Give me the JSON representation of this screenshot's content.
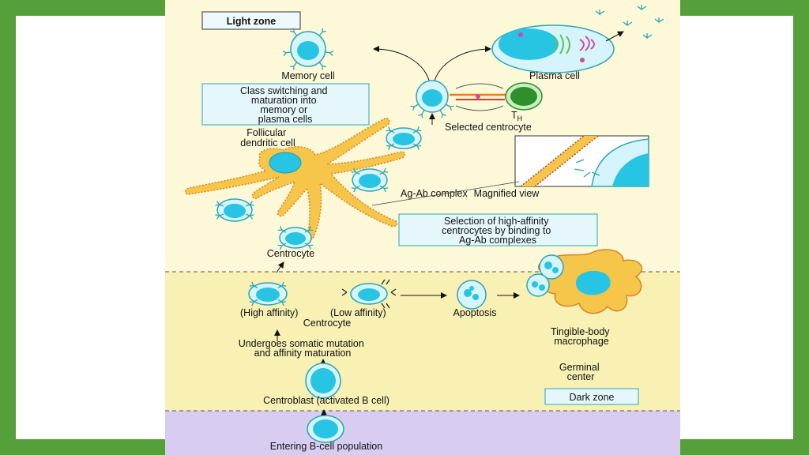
{
  "zones": {
    "light": "Light zone",
    "dark": "Dark zone",
    "germinal_line1": "Germinal",
    "germinal_line2": "center"
  },
  "labels": {
    "memory_cell": "Memory cell",
    "plasma_cell": "Plasma cell",
    "selected_centrocyte": "Selected centrocyte",
    "th_main": "T",
    "th_sub": "H",
    "follicular_line1": "Follicular",
    "follicular_line2": "dendritic cell",
    "ag_ab_complex": "Ag-Ab complex",
    "magnified_view": "Magnified view",
    "centrocyte": "Centrocyte",
    "high_affinity": "(High affinity)",
    "low_affinity": "(Low affinity)",
    "centrocyte_mid": "Centrocyte",
    "apoptosis": "Apoptosis",
    "tingible_line1": "Tingible-body",
    "tingible_line2": "macrophage",
    "somatic_line1": "Undergoes somatic mutation",
    "somatic_line2": "and affinity maturation",
    "centroblast": "Centroblast (activated B cell)",
    "entering": "Entering B-cell population"
  },
  "boxes": {
    "class_switch": [
      "Class switching and",
      "maturation into",
      "memory or",
      "plasma cells"
    ],
    "selection": [
      "Selection of high-affinity",
      "centrocytes by binding to",
      "Ag-Ab complexes"
    ]
  },
  "colors": {
    "light_zone_bg": "#fdf9d8",
    "dark_zone_bg": "#f9f0b4",
    "entering_bg": "#d8cdf0",
    "frame_green": "#56a03c",
    "cell_fill": "#d6f4fb",
    "nucleus": "#27c4e4",
    "receptor": "#2aa6b8",
    "fdc": "#f5c64a",
    "th_cell": "#2f8f2a"
  }
}
